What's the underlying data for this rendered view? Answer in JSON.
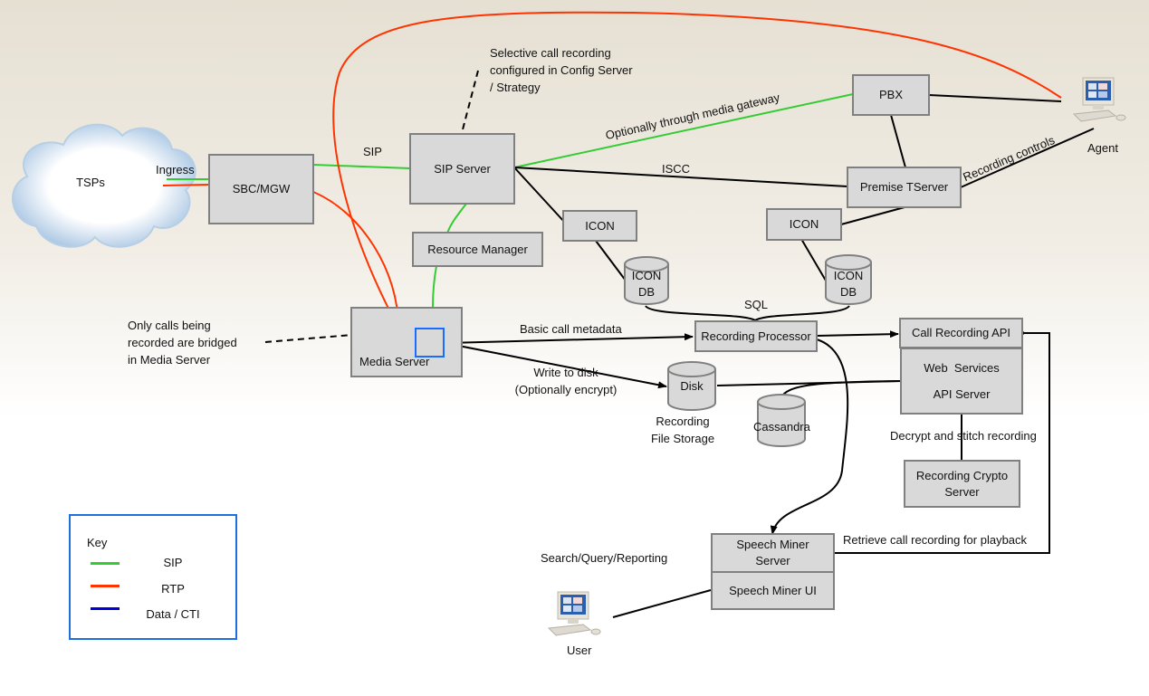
{
  "colors": {
    "sip": "#33cc33",
    "rtp": "#ff3300",
    "data_cti": "#0000dd",
    "node_fill": "#d9d9d9",
    "node_border": "#808080",
    "legend_border": "#1f6fe0",
    "media_box_border": "#1a6cff"
  },
  "nodes": {
    "tsps": "TSPs",
    "sbc_mgw": "SBC/MGW",
    "sip_server": "SIP Server",
    "resource_manager": "Resource Manager",
    "media_server": "Media Server",
    "pbx": "PBX",
    "premise_tserver": "Premise TServer",
    "icon_left": "ICON",
    "icon_right": "ICON",
    "icon_db_left": [
      "ICON",
      "DB"
    ],
    "icon_db_right": [
      "ICON",
      "DB"
    ],
    "recording_processor": "Recording Processor",
    "call_recording_api": "Call Recording API",
    "web_services": [
      "Web  Services",
      "API Server"
    ],
    "disk": "Disk",
    "cassandra": "Cassandra",
    "recording_crypto_server": [
      "Recording Crypto",
      "Server"
    ],
    "speech_miner_server": [
      "Speech Miner",
      "Server"
    ],
    "speech_miner_ui": "Speech Miner UI",
    "agent": "Agent",
    "user": "User"
  },
  "edge_labels": {
    "ingress": "Ingress",
    "sip": "SIP",
    "optionally_media_gateway": "Optionally through media gateway",
    "iscc": "ISCC",
    "recording_controls": "Recording controls",
    "sql": "SQL",
    "basic_call_metadata": "Basic call metadata",
    "write_to_disk": [
      "Write to disk",
      "(Optionally encrypt)"
    ],
    "recording_file_storage": [
      "Recording",
      "File Storage"
    ],
    "decrypt_stitch": "Decrypt and stitch recording",
    "retrieve_playback": "Retrieve call recording for playback",
    "search_query_reporting": "Search/Query/Reporting"
  },
  "annotations": {
    "selective_recording": [
      "Selective call recording",
      "configured in Config Server",
      "/ Strategy"
    ],
    "bridged_note": [
      "Only calls being",
      "recorded are bridged",
      "in Media Server"
    ]
  },
  "legend": {
    "title": "Key",
    "items": [
      {
        "label": "SIP",
        "color": "#33cc33"
      },
      {
        "label": "RTP",
        "color": "#ff3300"
      },
      {
        "label": "Data / CTI",
        "color": "#0000dd"
      }
    ]
  }
}
